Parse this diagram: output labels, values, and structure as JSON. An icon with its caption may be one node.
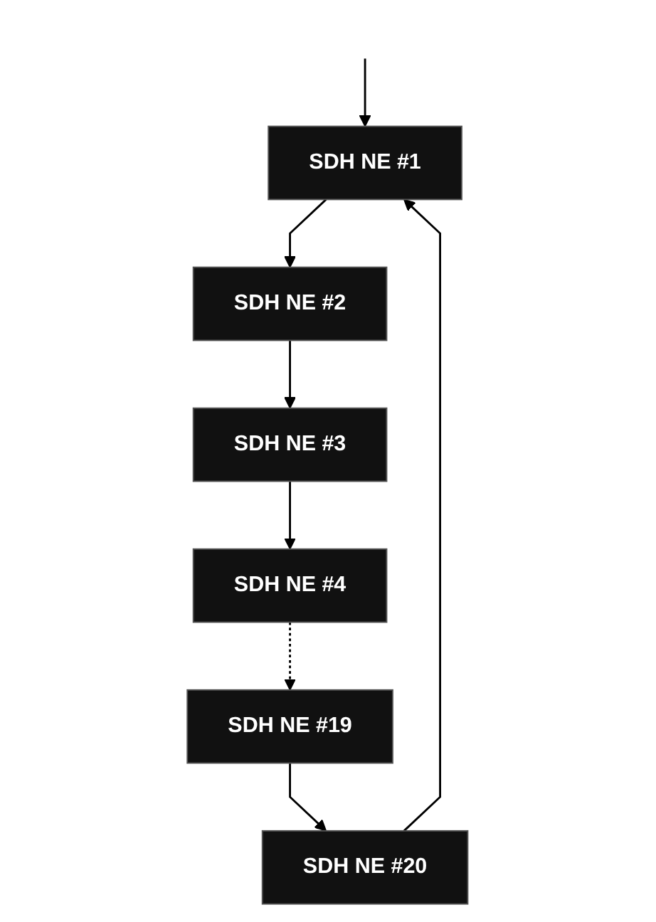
{
  "diagram": {
    "nodes": [
      {
        "text": [
          "SDH NE #1"
        ]
      },
      {
        "text": [
          "SDH NE #2"
        ]
      },
      {
        "text": [
          "SDH NE #3"
        ]
      },
      {
        "text": [
          "SDH NE #4"
        ]
      },
      {
        "text": [
          "SDH NE #19"
        ]
      },
      {
        "text": [
          "SDH NE #20"
        ]
      }
    ],
    "edges": [
      {
        "from": null,
        "to": 0,
        "arrow": "to"
      },
      {
        "from": 0,
        "to": 1,
        "arrow": "to"
      },
      {
        "from": 1,
        "to": 2,
        "arrow": "to"
      },
      {
        "from": 2,
        "to": 3,
        "arrow": "to"
      },
      {
        "from": 3,
        "to": 4,
        "arrow": "to",
        "style": "dashed"
      },
      {
        "from": 4,
        "to": 5,
        "arrow": "to"
      },
      {
        "from": 5,
        "to": 0,
        "arrow": "to"
      }
    ]
  }
}
